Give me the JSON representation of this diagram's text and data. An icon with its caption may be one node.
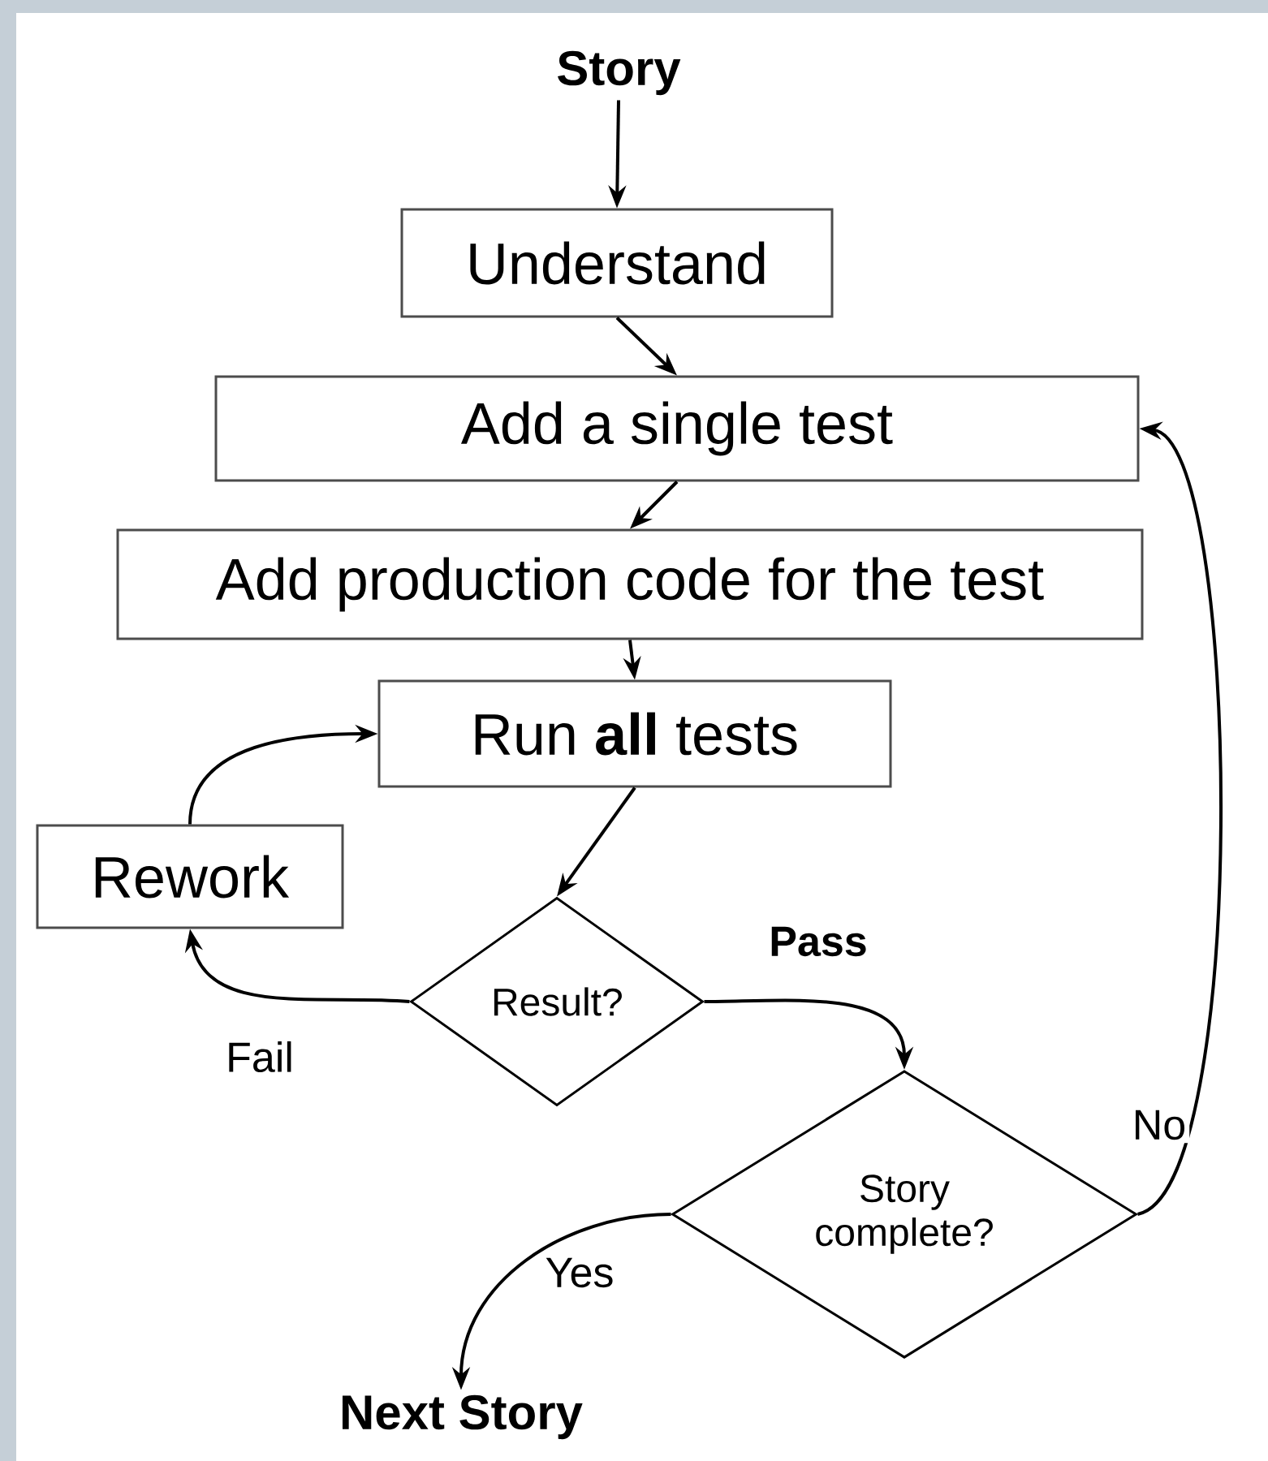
{
  "diagram": {
    "nodes": [
      {
        "text": [
          "Story"
        ]
      },
      {
        "text": [
          "Understand"
        ]
      },
      {
        "text": [
          "Add a single test"
        ]
      },
      {
        "text": [
          "Add production code for the test"
        ]
      },
      {
        "text": [
          "Run **all** tests"
        ]
      },
      {
        "text": [
          "Rework"
        ]
      },
      {
        "text": [
          "Result?"
        ]
      },
      {
        "text": [
          "Story complete?"
        ]
      },
      {
        "text": [
          "Next Story"
        ]
      }
    ],
    "edges": [
      {
        "from": 0,
        "to": 1,
        "arrow": "to"
      },
      {
        "from": 1,
        "to": 2,
        "arrow": "to"
      },
      {
        "from": 2,
        "to": 3,
        "arrow": "to"
      },
      {
        "from": 3,
        "to": 4,
        "arrow": "to"
      },
      {
        "from": 4,
        "to": 6,
        "arrow": "to"
      },
      {
        "from": 6,
        "to": 5,
        "arrow": "to",
        "label": "Fail"
      },
      {
        "from": 5,
        "to": 4,
        "arrow": "to"
      },
      {
        "from": 6,
        "to": 7,
        "arrow": "to",
        "label": "Pass"
      },
      {
        "from": 7,
        "to": 2,
        "arrow": "to",
        "label": "No"
      },
      {
        "from": 7,
        "to": 8,
        "arrow": "to",
        "label": "Yes"
      }
    ]
  }
}
